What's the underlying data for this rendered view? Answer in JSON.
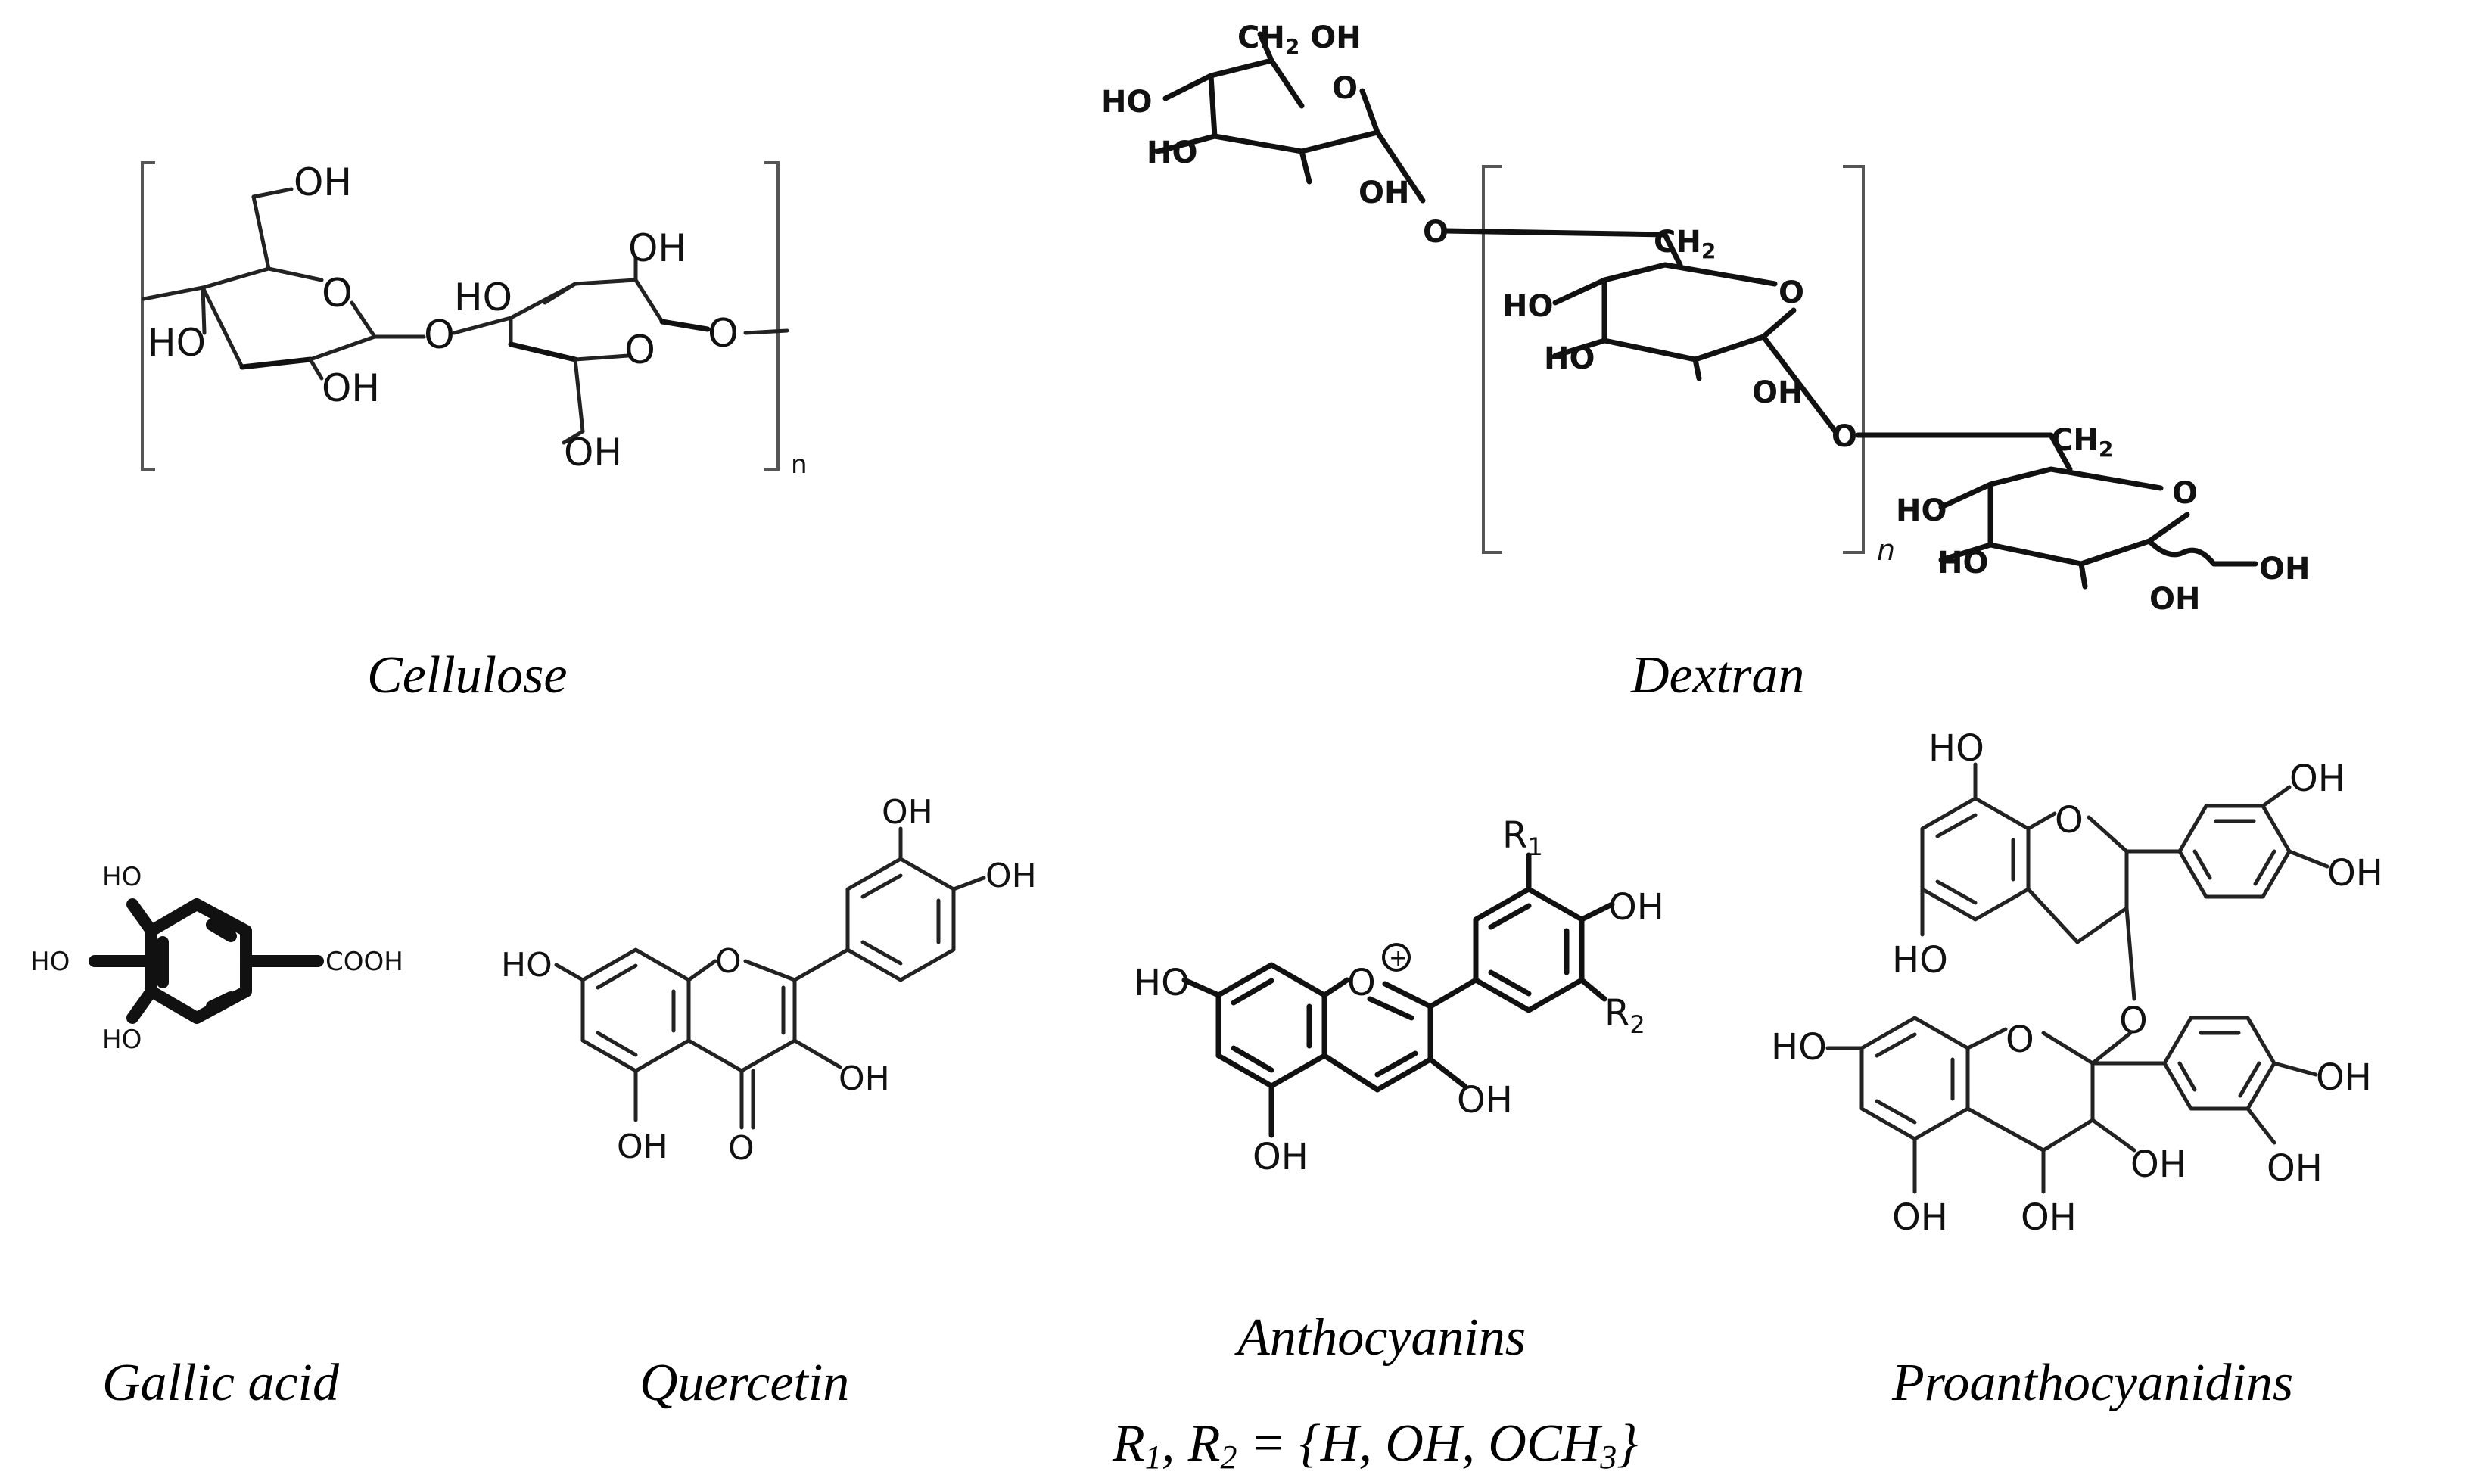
{
  "captions": {
    "cellulose": "Cellulose",
    "dextran": "Dextran",
    "gallic": "Gallic acid",
    "quercetin": "Quercetin",
    "anthocyanins": "Anthocyanins",
    "anthocyanins_r_prefix_1": "R",
    "anthocyanins_r_sub_1": "1",
    "anthocyanins_r_sep": ", R",
    "anthocyanins_r_sub_2": "2",
    "anthocyanins_r_values": " = {H, OH, OCH",
    "anthocyanins_r_sub_3": "3",
    "anthocyanins_r_close": "}",
    "proanthocyanidins": "Proanthocyanidins"
  },
  "atoms": {
    "oh": "OH",
    "ho": "HO",
    "o": "O",
    "ch2": "CH",
    "two": "2",
    "ch2oh_ch": "CH",
    "ch2oh_oh": " OH",
    "cooh": "COOH",
    "r": "R",
    "one": "1",
    "n": "n",
    "plus": "+"
  }
}
